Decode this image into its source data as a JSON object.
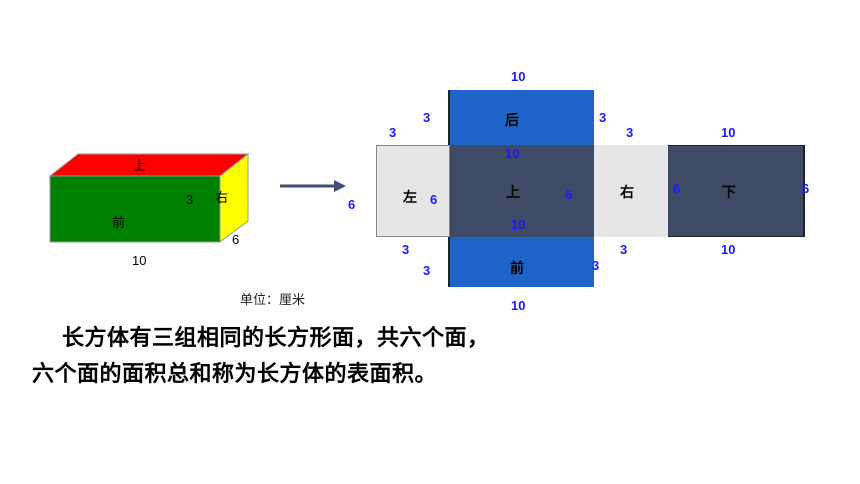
{
  "cuboid": {
    "top_label": "上",
    "front_label": "前",
    "right_label": "右",
    "dim_length": "10",
    "dim_height": "3",
    "dim_width": "6",
    "colors": {
      "top": "#ff0000",
      "front": "#008000",
      "right": "#ffff00"
    }
  },
  "unit_note": "单位：厘米",
  "net": {
    "faces": {
      "back": "后",
      "left": "左",
      "top": "上",
      "right": "右",
      "bottom": "下",
      "front": "前"
    },
    "dims": {
      "back_top_10": "10",
      "back_left_3": "3",
      "back_right_3": "3",
      "left_outer_3": "3",
      "right_outer_3": "3",
      "bottom_top_10": "10",
      "top_inner_10": "10",
      "left_6": "6",
      "top_left_6": "6",
      "top_right_6": "6",
      "right_6": "6",
      "bottom_right_6": "6",
      "top_bottom_10": "10",
      "left_bottom_3": "3",
      "front_left_3": "3",
      "right_bottom_3": "3",
      "front_right_3": "3",
      "bottom_bottom_10": "10",
      "front_bottom_10": "10"
    },
    "colors": {
      "blue": "#1e64c8",
      "dark": "#3f4a66",
      "light": "#e6e6e6"
    }
  },
  "text": {
    "line1": "长方体有三组相同的长方形面，共六个面，",
    "line2": "六个面的面积总和称为长方体的表面积。"
  }
}
